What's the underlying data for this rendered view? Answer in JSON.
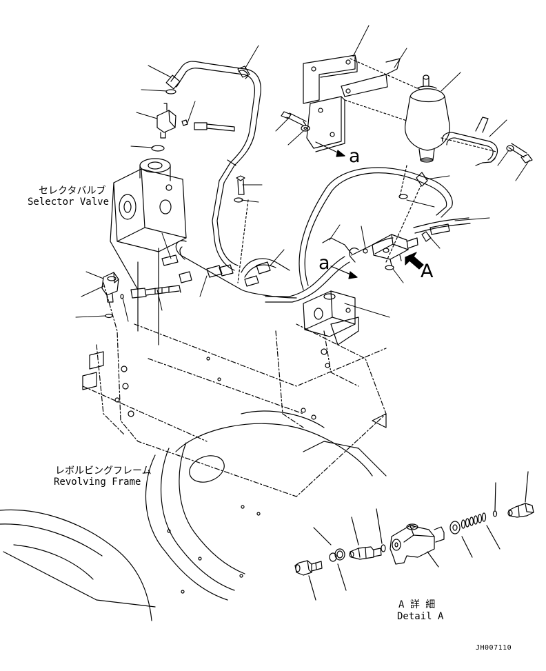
{
  "labels": {
    "selector_jp": "セレクタバルブ",
    "selector_en": "Selector Valve",
    "frame_jp": "レボルビングフレーム",
    "frame_en": "Revolving Frame",
    "detail_jp": "A 詳 細",
    "detail_en": "Detail A",
    "ref_a1": "a",
    "ref_a2": "a",
    "view_arrow_letter": "A",
    "drawing_number": "JH007110"
  },
  "colors": {
    "line": "#000000",
    "background": "#ffffff"
  },
  "icons": {
    "view_arrow": "arrow-icon"
  }
}
